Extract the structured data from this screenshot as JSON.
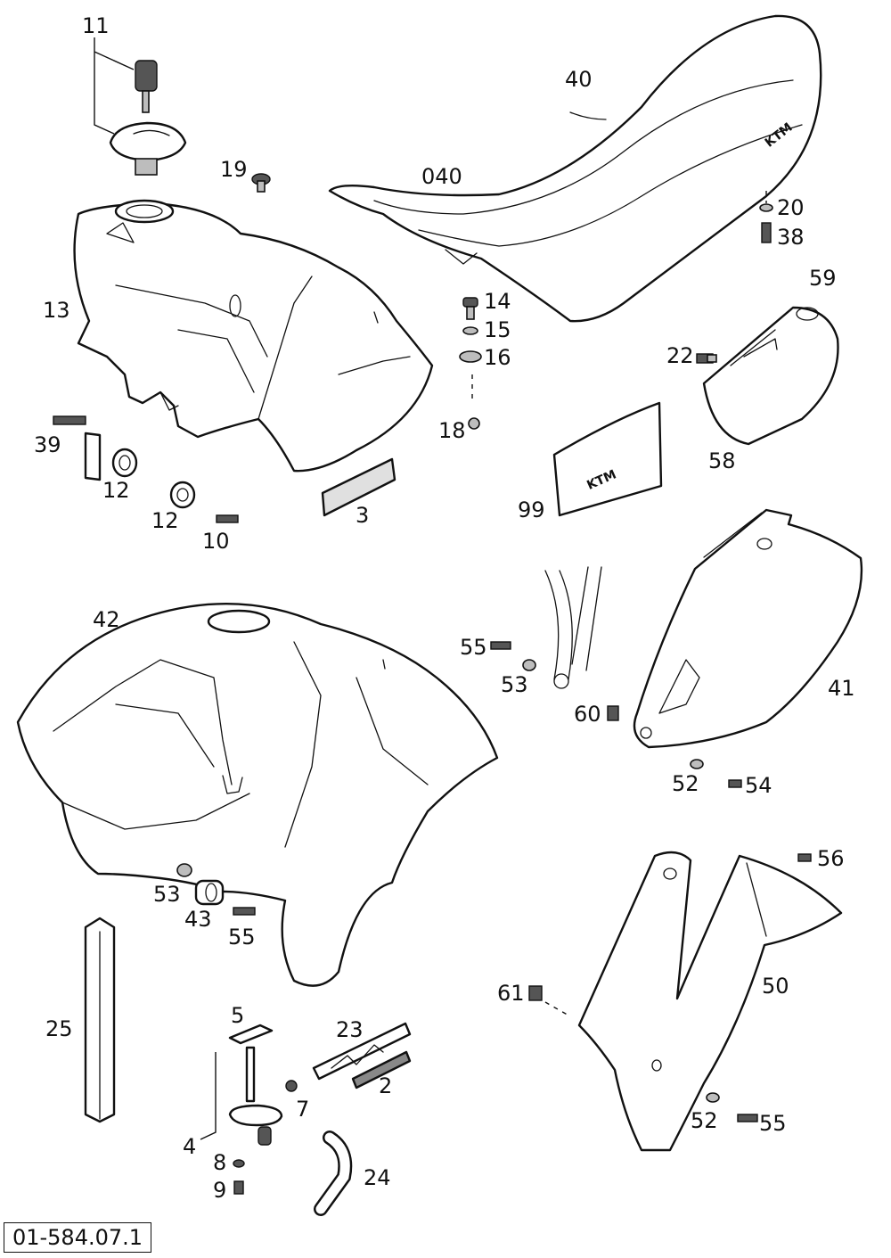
{
  "diagram": {
    "drawing_code": "01-584.07.1",
    "callouts": [
      {
        "id": "c11",
        "text": "11"
      },
      {
        "id": "c19",
        "text": "19"
      },
      {
        "id": "c40",
        "text": "40"
      },
      {
        "id": "c040",
        "text": "040"
      },
      {
        "id": "c20",
        "text": "20"
      },
      {
        "id": "c38",
        "text": "38"
      },
      {
        "id": "c13",
        "text": "13"
      },
      {
        "id": "c14",
        "text": "14"
      },
      {
        "id": "c15",
        "text": "15"
      },
      {
        "id": "c16",
        "text": "16"
      },
      {
        "id": "c59",
        "text": "59"
      },
      {
        "id": "c22",
        "text": "22"
      },
      {
        "id": "c18",
        "text": "18"
      },
      {
        "id": "c39",
        "text": "39"
      },
      {
        "id": "c12a",
        "text": "12"
      },
      {
        "id": "c12b",
        "text": "12"
      },
      {
        "id": "c58",
        "text": "58"
      },
      {
        "id": "c3",
        "text": "3"
      },
      {
        "id": "c10",
        "text": "10"
      },
      {
        "id": "c99",
        "text": "99"
      },
      {
        "id": "c42",
        "text": "42"
      },
      {
        "id": "c55a",
        "text": "55"
      },
      {
        "id": "c53a",
        "text": "53"
      },
      {
        "id": "c41",
        "text": "41"
      },
      {
        "id": "c60",
        "text": "60"
      },
      {
        "id": "c52a",
        "text": "52"
      },
      {
        "id": "c54",
        "text": "54"
      },
      {
        "id": "c56",
        "text": "56"
      },
      {
        "id": "c53b",
        "text": "53"
      },
      {
        "id": "c43",
        "text": "43"
      },
      {
        "id": "c55b",
        "text": "55"
      },
      {
        "id": "c50",
        "text": "50"
      },
      {
        "id": "c61",
        "text": "61"
      },
      {
        "id": "c25",
        "text": "25"
      },
      {
        "id": "c5",
        "text": "5"
      },
      {
        "id": "c23",
        "text": "23"
      },
      {
        "id": "c2",
        "text": "2"
      },
      {
        "id": "c7",
        "text": "7"
      },
      {
        "id": "c4",
        "text": "4"
      },
      {
        "id": "c8",
        "text": "8"
      },
      {
        "id": "c9",
        "text": "9"
      },
      {
        "id": "c24",
        "text": "24"
      },
      {
        "id": "c52b",
        "text": "52"
      },
      {
        "id": "c55c",
        "text": "55"
      }
    ]
  }
}
